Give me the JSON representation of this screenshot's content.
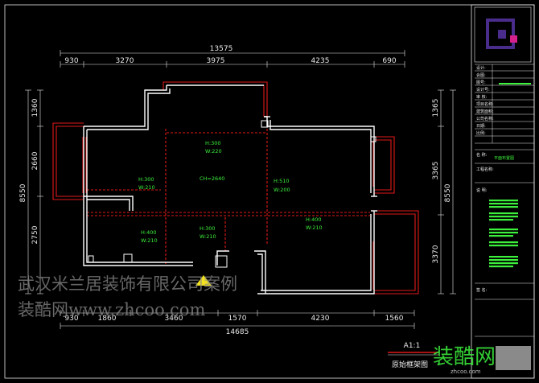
{
  "drawing": {
    "title": "原始框架图",
    "scale": "A1:1"
  },
  "dimensions": {
    "top_total": "13575",
    "top_segments": [
      "930",
      "3270",
      "3975",
      "4235",
      "690"
    ],
    "bottom_total": "14685",
    "bottom_segments": [
      "930",
      "1860",
      "3460",
      "1570",
      "4230",
      "1560"
    ],
    "left_total": "8550",
    "left_segments": [
      "1360",
      "2660",
      "2750"
    ],
    "right_total": "8550",
    "right_segments": [
      "1365",
      "3365",
      "3370"
    ]
  },
  "rooms": [
    {
      "h": "H:300",
      "w": "W:220"
    },
    {
      "h": "H:300",
      "w": "W:210"
    },
    {
      "h": "H:510",
      "w": "W:200"
    },
    {
      "h": "H:400",
      "w": "W:210"
    },
    {
      "h": "H:400",
      "w": "W:210"
    },
    {
      "h": "H:300",
      "w": "W:210"
    }
  ],
  "ceiling": "CH=2640",
  "title_block": {
    "rows": [
      "设计:",
      "会图:",
      "图号:",
      "设计号:",
      "审 核:",
      "项目名称:",
      "建筑面积:",
      "公司名称:",
      "日期:",
      "比例:"
    ],
    "name_label": "名 称:",
    "name_value": "平面布置图",
    "project_label": "工程名称:",
    "notes_label": "说 明:",
    "sign_label": "签 名:"
  },
  "watermark": {
    "line1": "武汉米兰居装饰有限公司案例",
    "line2": "装酷网www.zhcoo.com",
    "logo": "装酷网",
    "url": "zhcoo.com"
  },
  "colors": {
    "wall": "#ffffff",
    "red": "#e01818",
    "green": "#3cf03c",
    "accent": "#4a2c8c",
    "pink": "#d6218c"
  }
}
